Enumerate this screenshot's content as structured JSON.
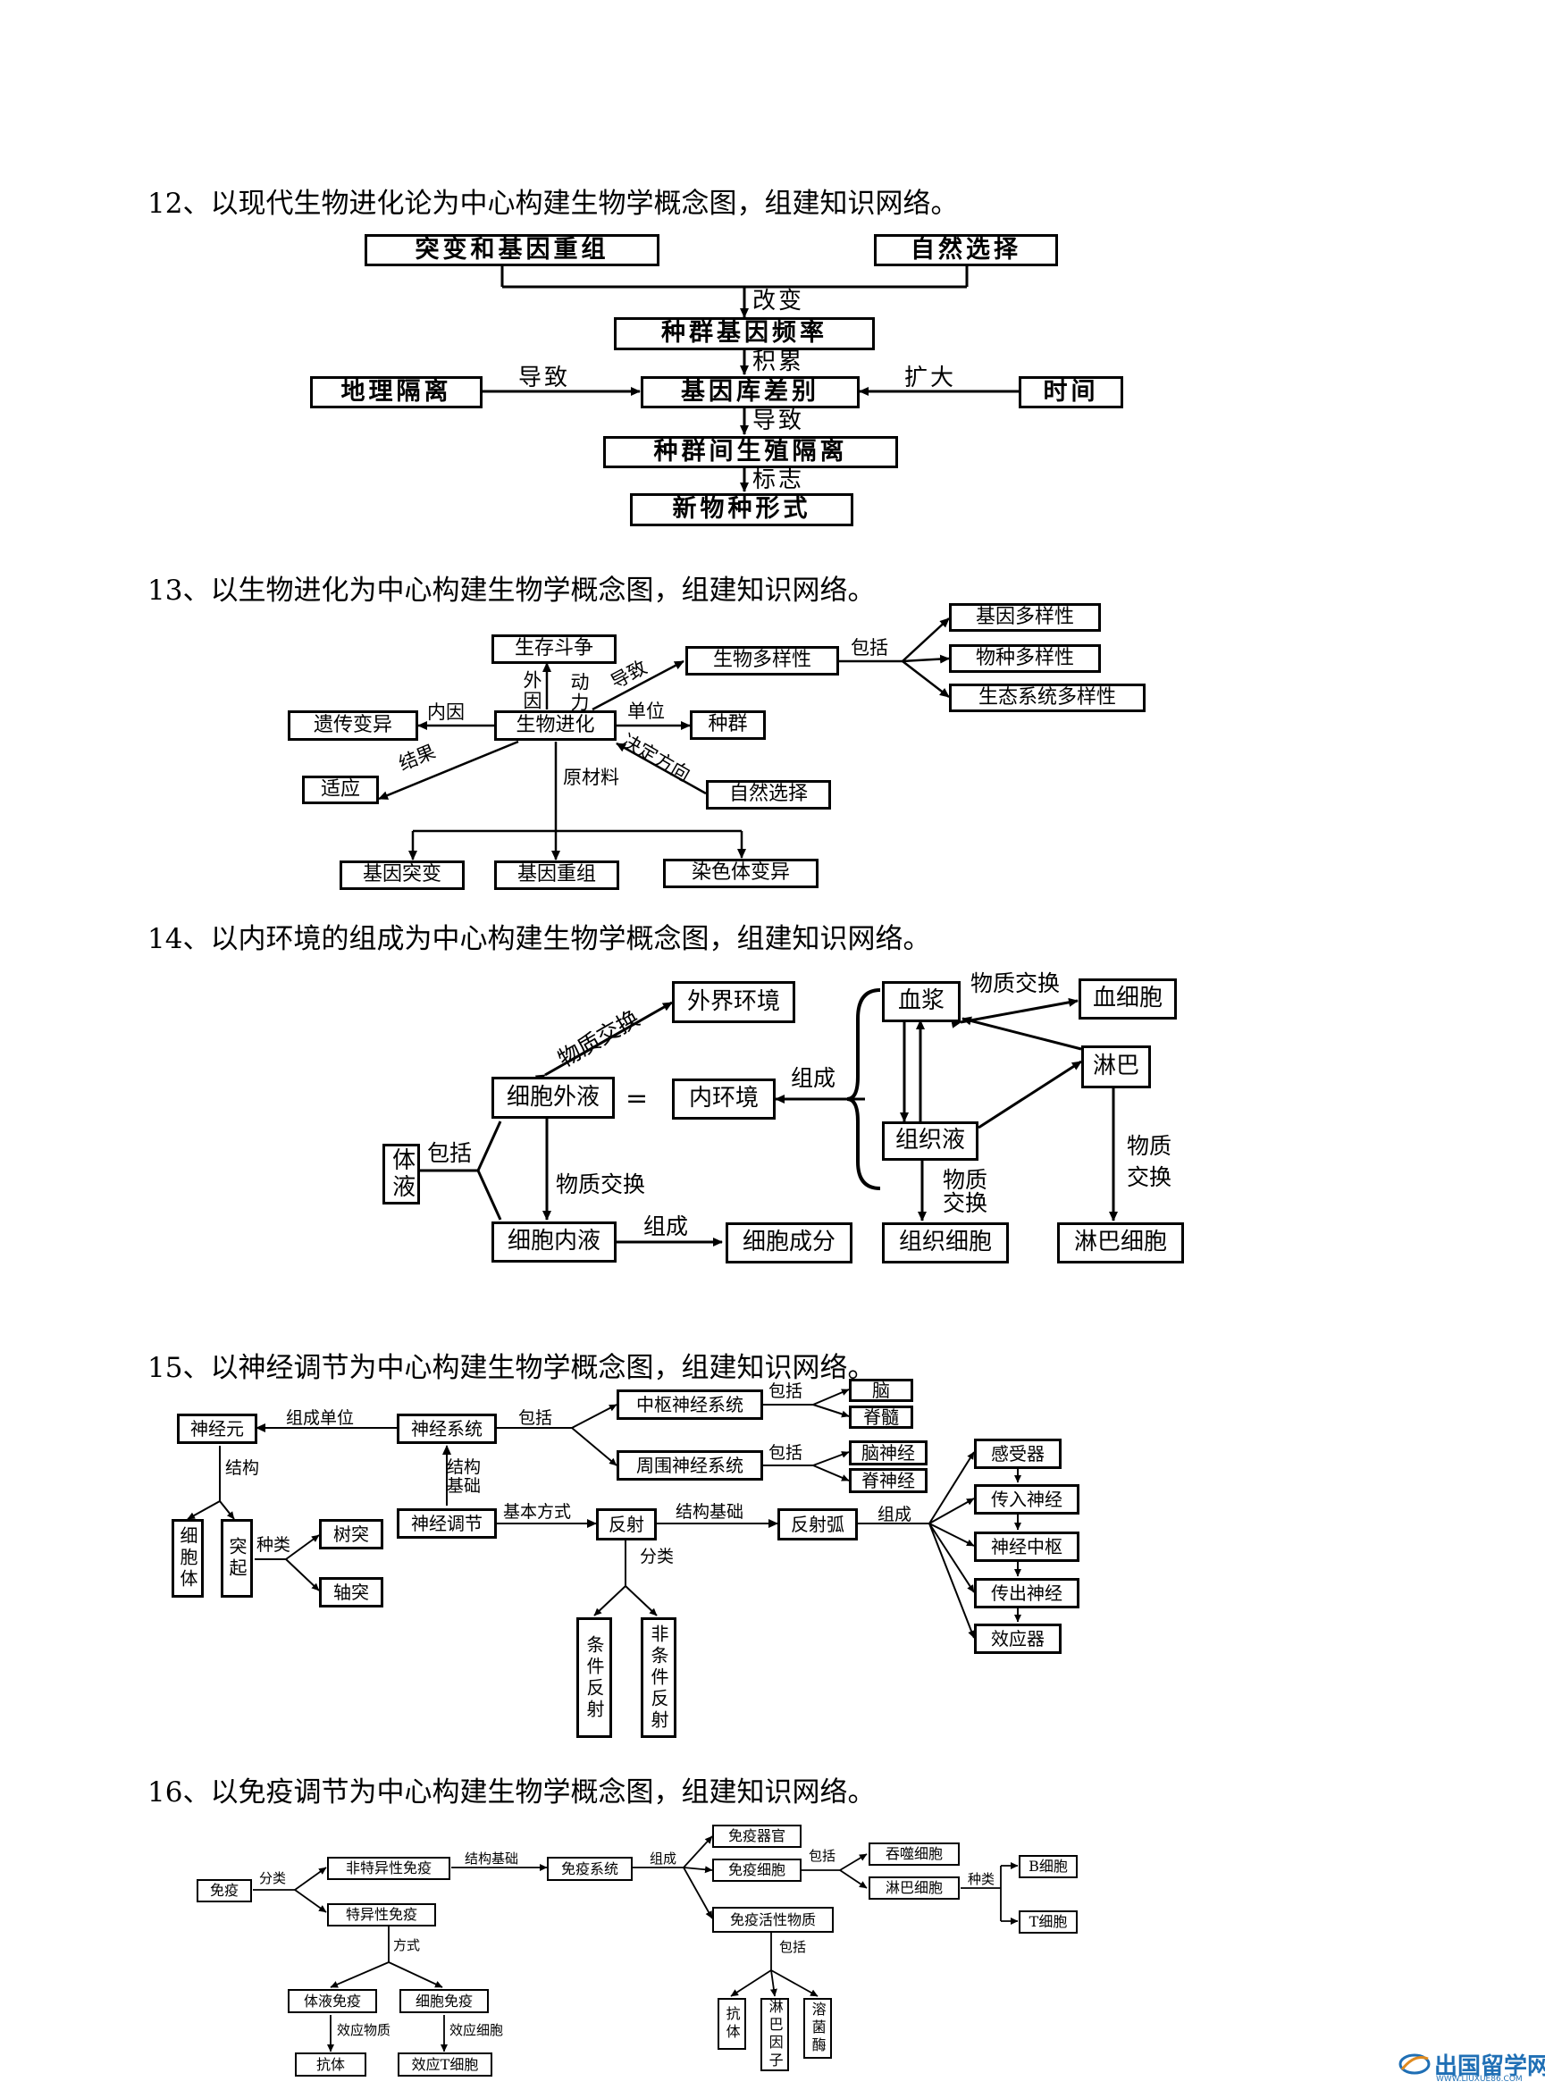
{
  "s12": {
    "heading": "12、以现代生物进化论为中心构建生物学概念图，组建知识网络。",
    "nodes": {
      "mutation": "突变和基因重组",
      "selection": "自然选择",
      "frequency": "种群基因频率",
      "geography": "地理隔离",
      "poolDiff": "基因库差别",
      "time": "时间",
      "reproIso": "种群间生殖隔离",
      "newSpecies": "新物种形式"
    },
    "labels": {
      "change": "改变",
      "accumulate": "积累",
      "leadLeft": "导致",
      "expand": "扩大",
      "leadDown": "导致",
      "mark": "标志"
    }
  },
  "s13": {
    "heading": "13、以生物进化为中心构建生物学概念图，组建知识网络。",
    "nodes": {
      "struggle": "生存斗争",
      "diversity": "生物多样性",
      "geneDiv": "基因多样性",
      "speciesDiv": "物种多样性",
      "ecoDiv": "生态系统多样性",
      "heredity": "遗传变异",
      "evolution": "生物进化",
      "population": "种群",
      "adapt": "适应",
      "natSel": "自然选择",
      "geneMut": "基因突变",
      "geneRec": "基因重组",
      "chromo": "染色体变异"
    },
    "labels": {
      "external": "外因",
      "motive": "动力",
      "leadTo": "导致",
      "include": "包括",
      "internal": "内因",
      "unit": "单位",
      "result": "结果",
      "direction": "决定方向",
      "material": "原材料"
    }
  },
  "s14": {
    "heading": "14、以内环境的组成为中心构建生物学概念图，组建知识网络。",
    "nodes": {
      "outside": "外界环境",
      "ecf": "细胞外液",
      "internal": "内环境",
      "plasma": "血浆",
      "bloodCell": "血细胞",
      "lymph": "淋巴",
      "tissueFluid": "组织液",
      "bodyFluid": "体液",
      "icf": "细胞内液",
      "cellComp": "细胞成分",
      "tissueCell": "组织细胞",
      "lymphCell": "淋巴细胞"
    },
    "labels": {
      "exchange1": "物质交换",
      "equal": "=",
      "compose1": "组成",
      "exchange2": "物质交换",
      "include": "包括",
      "exchange3": "物质交换",
      "compose2": "组成",
      "exchange4": "物质交换",
      "exchange5": "物质交换"
    }
  },
  "s15": {
    "heading": "15、以神经调节为中心构建生物学概念图，组建知识网络。",
    "nodes": {
      "neuron": "神经元",
      "nervousSys": "神经系统",
      "cns": "中枢神经系统",
      "brain": "脑",
      "spinalCord": "脊髓",
      "pns": "周围神经系统",
      "cranial": "脑神经",
      "spinalNerve": "脊神经",
      "cellBody": "细胞体",
      "process": "突起",
      "dendrite": "树突",
      "axon": "轴突",
      "regulation": "神经调节",
      "reflex": "反射",
      "reflexArc": "反射弧",
      "receptor": "感受器",
      "afferent": "传入神经",
      "center": "神经中枢",
      "efferent": "传出神经",
      "effector": "效应器",
      "conditioned": "条件反射",
      "unconditioned": "非条件反射"
    },
    "labels": {
      "unitComp": "组成单位",
      "include1": "包括",
      "include2": "包括",
      "include3": "包括",
      "structure": "结构",
      "structBasis": "结构基础",
      "kind": "种类",
      "basicMode": "基本方式",
      "structBasis2": "结构基础",
      "compose": "组成",
      "classify": "分类"
    }
  },
  "s16": {
    "heading": "16、以免疫调节为中心构建生物学概念图，组建知识网络。",
    "nodes": {
      "immunity": "免疫",
      "nonspecific": "非特异性免疫",
      "specific": "特异性免疫",
      "immuneSys": "免疫系统",
      "organ": "免疫器官",
      "immuneCell": "免疫细胞",
      "activeSub": "免疫活性物质",
      "phagocyte": "吞噬细胞",
      "lymphocyte": "淋巴细胞",
      "bCell": "B细胞",
      "tCell": "T细胞",
      "humoral": "体液免疫",
      "cellular": "细胞免疫",
      "antibody": "抗体",
      "effectorT": "效应T细胞",
      "antibody2": "抗体",
      "lymphokine": "淋巴因子",
      "lysozyme": "溶菌酶"
    },
    "labels": {
      "classify": "分类",
      "structBasis": "结构基础",
      "compose": "组成",
      "include1": "包括",
      "kind": "种类",
      "mode": "方式",
      "include2": "包括",
      "effSub": "效应物质",
      "effCell": "效应细胞"
    }
  },
  "watermark": {
    "text": "出国留学网",
    "url": "WWW.LIUXUE86.COM",
    "color": "#1f6fb5"
  }
}
